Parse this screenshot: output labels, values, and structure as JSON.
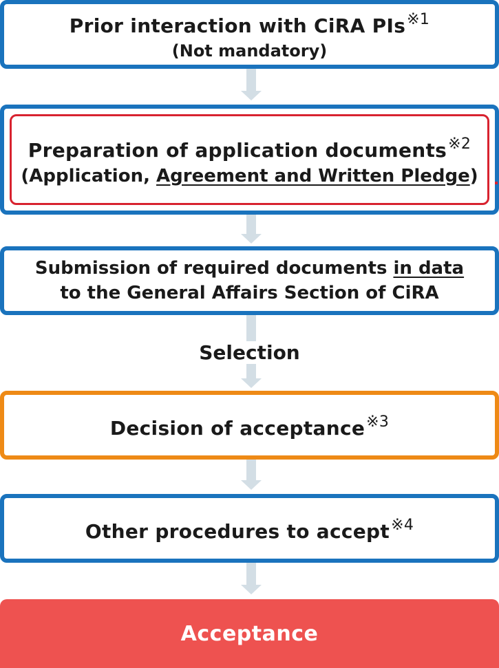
{
  "steps": [
    {
      "title": "Prior interaction with CiRA PIs",
      "note": "※1",
      "subtitle": "(Not mandatory)"
    },
    {
      "title": "Preparation of application documents",
      "note": "※2",
      "subtitle_prefix": "(Application, ",
      "subtitle_underlined": "Agreement and Written Pledge",
      "subtitle_suffix": ")"
    },
    {
      "line1_prefix": "Submission of required documents ",
      "line1_underlined": "in data",
      "line2": "to the General Affairs Section of CiRA"
    },
    {
      "title": "Decision of acceptance",
      "note": "※3"
    },
    {
      "title": "Other procedures to accept",
      "note": "※4"
    }
  ],
  "selection_label": "Selection",
  "final": {
    "title": "Acceptance"
  },
  "colors": {
    "blue": "#1a73bd",
    "orange": "#ee8a16",
    "red": "#d8222f",
    "final_bg": "#ee5250",
    "arrow": "#d3dee5"
  }
}
